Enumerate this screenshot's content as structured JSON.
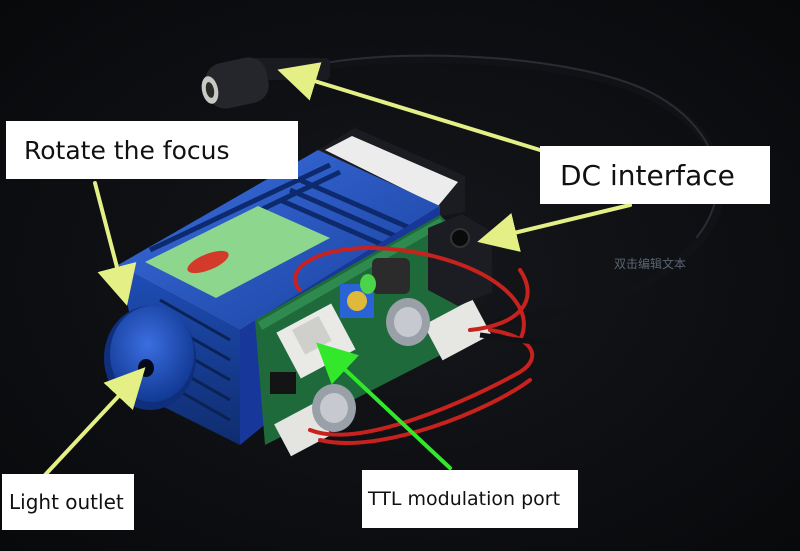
{
  "labels": {
    "rotate_focus": "Rotate the focus",
    "dc_interface": "DC interface",
    "light_outlet": "Light outlet",
    "ttl_port": "TTL modulation port"
  },
  "watermark": "双击编辑文本",
  "colors": {
    "background": "#0b0c0f",
    "laser_body": "#1f4fb8",
    "heatsink_cap": "#222630",
    "pcb": "#1f6a3a",
    "arrow_yellow": "#e4ef86",
    "arrow_green": "#33e82a",
    "wire_red": "#c8221e",
    "cable_black": "#111215"
  },
  "icons": {
    "arrow_main": "yellow-arrow",
    "arrow_ttl": "green-arrow"
  }
}
